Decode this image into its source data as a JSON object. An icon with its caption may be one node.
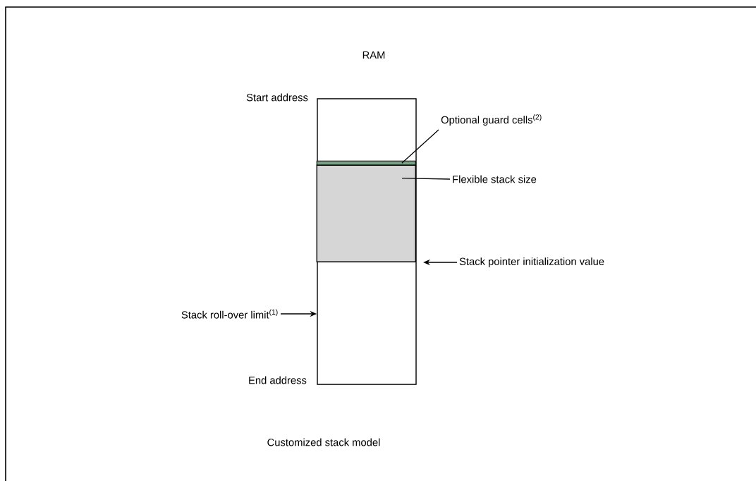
{
  "diagram": {
    "nodes": [
      {
        "text": [],
        "shape": "box"
      },
      {
        "text": [],
        "shape": "bar",
        "in": 0
      },
      {
        "text": [],
        "shape": "box",
        "in": 0
      },
      {
        "text": [
          "Optional guard cells$^{(2)}$"
        ]
      },
      {
        "text": [
          "Flexible stack size"
        ]
      },
      {
        "text": [
          "Stack pointer initialization value"
        ]
      },
      {
        "text": [
          "Stack roll-over limit$^{(1)}$"
        ]
      }
    ],
    "edges": [
      {
        "from": 3,
        "to": 1,
        "arrow": "none"
      },
      {
        "from": 4,
        "to": 2,
        "arrow": "none"
      },
      {
        "from": 5,
        "to": 2,
        "arrow": "to"
      },
      {
        "from": 6,
        "to": 0,
        "arrow": "to"
      }
    ],
    "labels": [
      "RAM",
      "Start address",
      "End address",
      "Customized stack model"
    ]
  }
}
